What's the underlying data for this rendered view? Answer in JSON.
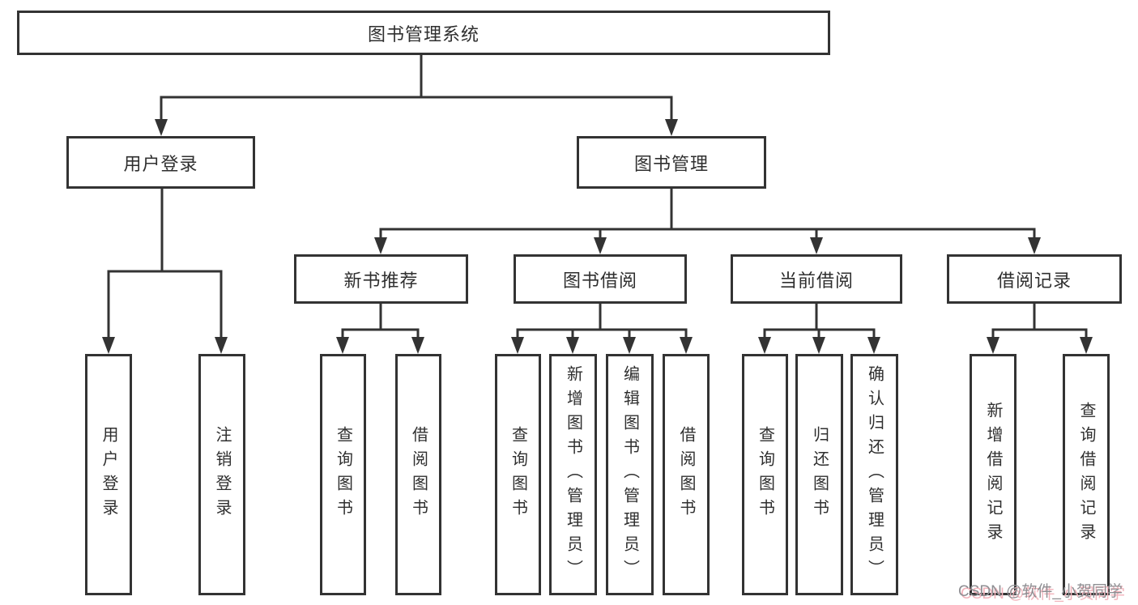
{
  "diagram": {
    "root": {
      "label": "图书管理系统"
    },
    "level1": [
      {
        "label": "用户登录"
      },
      {
        "label": "图书管理"
      }
    ],
    "level2": [
      {
        "label": "新书推荐"
      },
      {
        "label": "图书借阅"
      },
      {
        "label": "当前借阅"
      },
      {
        "label": "借阅记录"
      }
    ],
    "leaves": {
      "user_login": [
        {
          "label": "用户登录"
        },
        {
          "label": "注销登录"
        }
      ],
      "new_books": [
        {
          "label": "查询图书"
        },
        {
          "label": "借阅图书"
        }
      ],
      "book_borrow": [
        {
          "label": "查询图书"
        },
        {
          "label": "新增图书（管理员）"
        },
        {
          "label": "编辑图书（管理员）"
        },
        {
          "label": "借阅图书"
        }
      ],
      "current_borrow": [
        {
          "label": "查询图书"
        },
        {
          "label": "归还图书"
        },
        {
          "label": "确认归还（管理员）"
        }
      ],
      "borrow_records": [
        {
          "label": "新增借阅记录"
        },
        {
          "label": "查询借阅记录"
        }
      ]
    },
    "colors": {
      "line": "#333333",
      "text": "#2f2f2f",
      "watermark_gray": "#8f8f93",
      "watermark_pink": "#f2b3bb"
    }
  },
  "watermark": {
    "text": "CSDN @软件_小贺同学"
  }
}
